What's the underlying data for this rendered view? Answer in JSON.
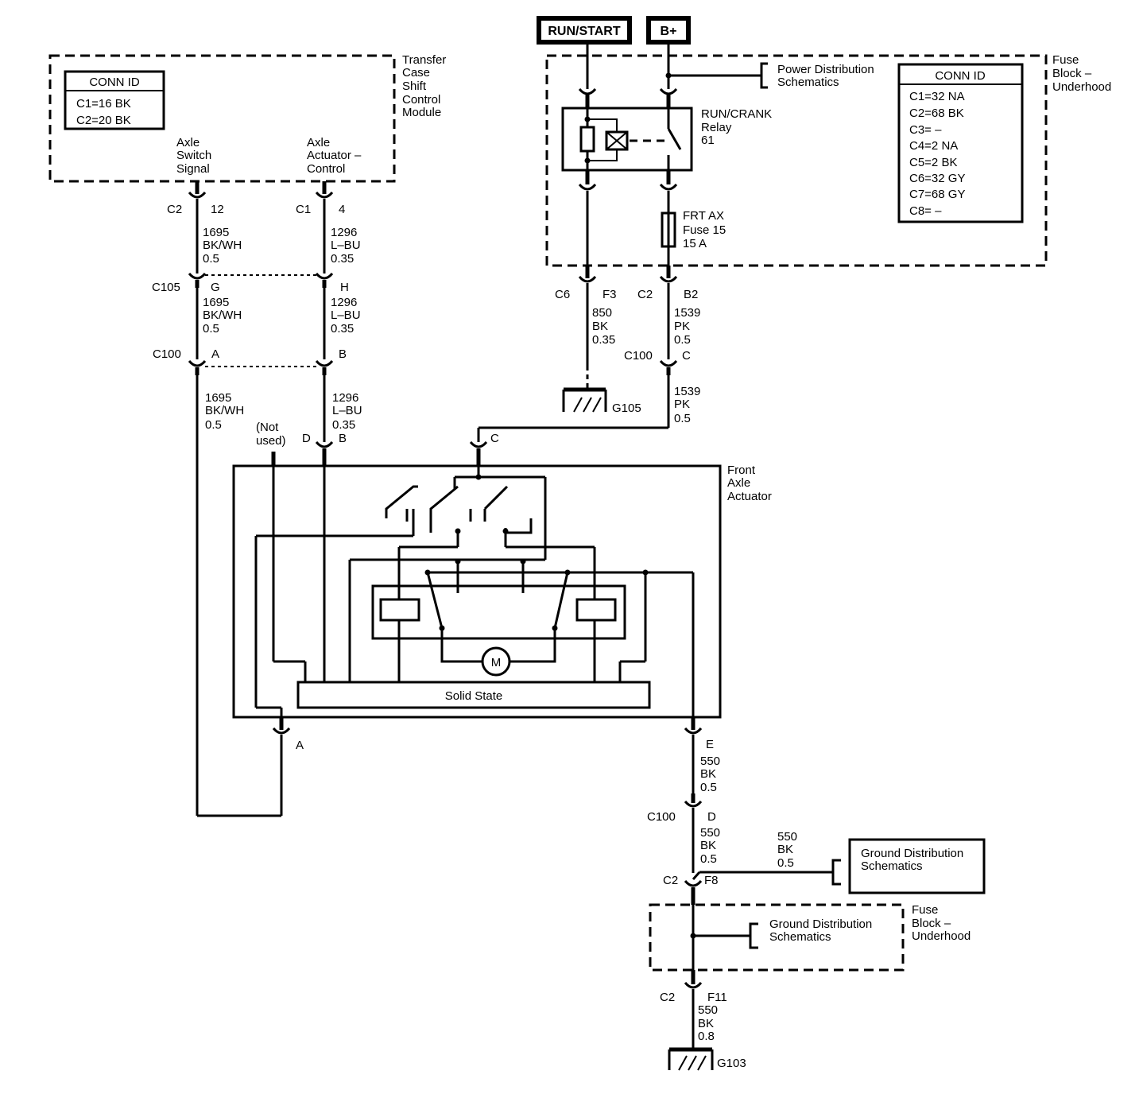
{
  "power": {
    "run_start": "RUN/START",
    "b_plus": "B+"
  },
  "tccm": {
    "title": [
      "Transfer",
      "Case",
      "Shift",
      "Control",
      "Module"
    ],
    "conn_header": "CONN ID",
    "conn": [
      "C1=16 BK",
      "C2=20 BK"
    ],
    "pin_switch_label": [
      "Axle",
      "Switch",
      "Signal"
    ],
    "pin_actuator_label": [
      "Axle",
      "Actuator –",
      "Control"
    ],
    "pin_switch_conn": "C2",
    "pin_switch_num": "12",
    "pin_actuator_conn": "C1",
    "pin_actuator_num": "4"
  },
  "fuseblock_top": {
    "title": [
      "Fuse",
      "Block –",
      "Underhood"
    ],
    "conn_header": "CONN ID",
    "conn": [
      "C1=32 NA",
      "C2=68 BK",
      "C3=  –",
      "C4=2 NA",
      "C5=2 BK",
      "C6=32 GY",
      "C7=68 GY",
      "C8=  –"
    ],
    "power_dist": [
      "Power Distribution",
      "Schematics"
    ],
    "relay": [
      "RUN/CRANK",
      "Relay",
      "61"
    ],
    "fuse": [
      "FRT AX",
      "Fuse 15",
      "15 A"
    ],
    "conn_f3": "C6",
    "pin_f3": "F3",
    "conn_b2": "C2",
    "pin_b2": "B2"
  },
  "wires": {
    "w1695": [
      "1695",
      "BK/WH",
      "0.5"
    ],
    "w1296": [
      "1296",
      "L–BU",
      "0.35"
    ],
    "w850": [
      "850",
      "BK",
      "0.35"
    ],
    "w1539": [
      "1539",
      "PK",
      "0.5"
    ],
    "w550_05": [
      "550",
      "BK",
      "0.5"
    ],
    "w550_08": [
      "550",
      "BK",
      "0.8"
    ]
  },
  "connectors": {
    "c105": "C105",
    "c105_g": "G",
    "c105_h": "H",
    "c100": "C100",
    "c100_a": "A",
    "c100_b": "B",
    "c100_c": "C",
    "c100_d": "D",
    "g105": "G105",
    "g103": "G103"
  },
  "actuator": {
    "title": [
      "Front",
      "Axle",
      "Actuator"
    ],
    "not_used": [
      "(Not",
      "used)"
    ],
    "pin_d": "D",
    "pin_b": "B",
    "pin_c": "C",
    "pin_a": "A",
    "pin_e": "E",
    "solid_state": "Solid State",
    "motor": "M"
  },
  "ground": {
    "dist_a": [
      "Ground Distribution",
      "Schematics"
    ],
    "dist_b": [
      "Ground Distribution",
      "Schematics"
    ],
    "c2": "C2",
    "f8": "F8",
    "f11": "F11",
    "fuseblock_title": [
      "Fuse",
      "Block –",
      "Underhood"
    ]
  }
}
